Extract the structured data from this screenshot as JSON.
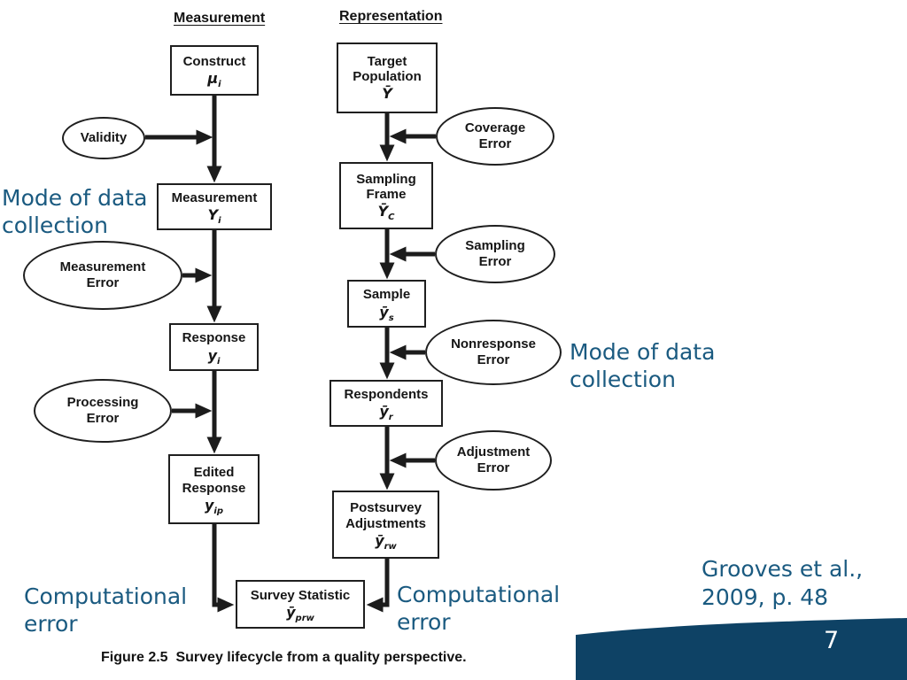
{
  "slide": {
    "page_number": "7",
    "citation": "Grooves et al.,\n2009, p. 48",
    "caption": "Figure 2.5  Survey lifecycle from a quality perspective.",
    "annotations": {
      "mode_left": "Mode of data\ncollection",
      "mode_right": "Mode of data\ncollection",
      "comp_left": "Computational\nerror",
      "comp_mid": "Computational\nerror"
    },
    "colors": {
      "accent_text": "#1a5a80",
      "band": "#0e4265",
      "ink": "#1c1c1c",
      "page_number_text": "#ffffff"
    }
  },
  "diagram": {
    "left_header": "Measurement",
    "right_header": "Representation",
    "left_nodes": [
      {
        "label": "Construct",
        "sym": "μ",
        "sub": "i"
      },
      {
        "label": "Measurement",
        "sym": "Y",
        "sub": "i"
      },
      {
        "label": "Response",
        "sym": "y",
        "sub": "i"
      },
      {
        "label": "Edited\nResponse",
        "sym": "y",
        "sub": "ip"
      },
      {
        "label": "Survey Statistic",
        "sym": "ȳ",
        "sub": "prw"
      }
    ],
    "right_nodes": [
      {
        "label": "Target\nPopulation",
        "sym": "Ȳ",
        "sub": ""
      },
      {
        "label": "Sampling\nFrame",
        "sym": "Ȳ",
        "sub": "C"
      },
      {
        "label": "Sample",
        "sym": "ȳ",
        "sub": "s"
      },
      {
        "label": "Respondents",
        "sym": "ȳ",
        "sub": "r"
      },
      {
        "label": "Postsurvey\nAdjustments",
        "sym": "ȳ",
        "sub": "rw"
      }
    ],
    "left_errors": [
      {
        "label": "Validity"
      },
      {
        "label": "Measurement\nError"
      },
      {
        "label": "Processing\nError"
      }
    ],
    "right_errors": [
      {
        "label": "Coverage\nError"
      },
      {
        "label": "Sampling\nError"
      },
      {
        "label": "Nonresponse\nError"
      },
      {
        "label": "Adjustment\nError"
      }
    ]
  }
}
